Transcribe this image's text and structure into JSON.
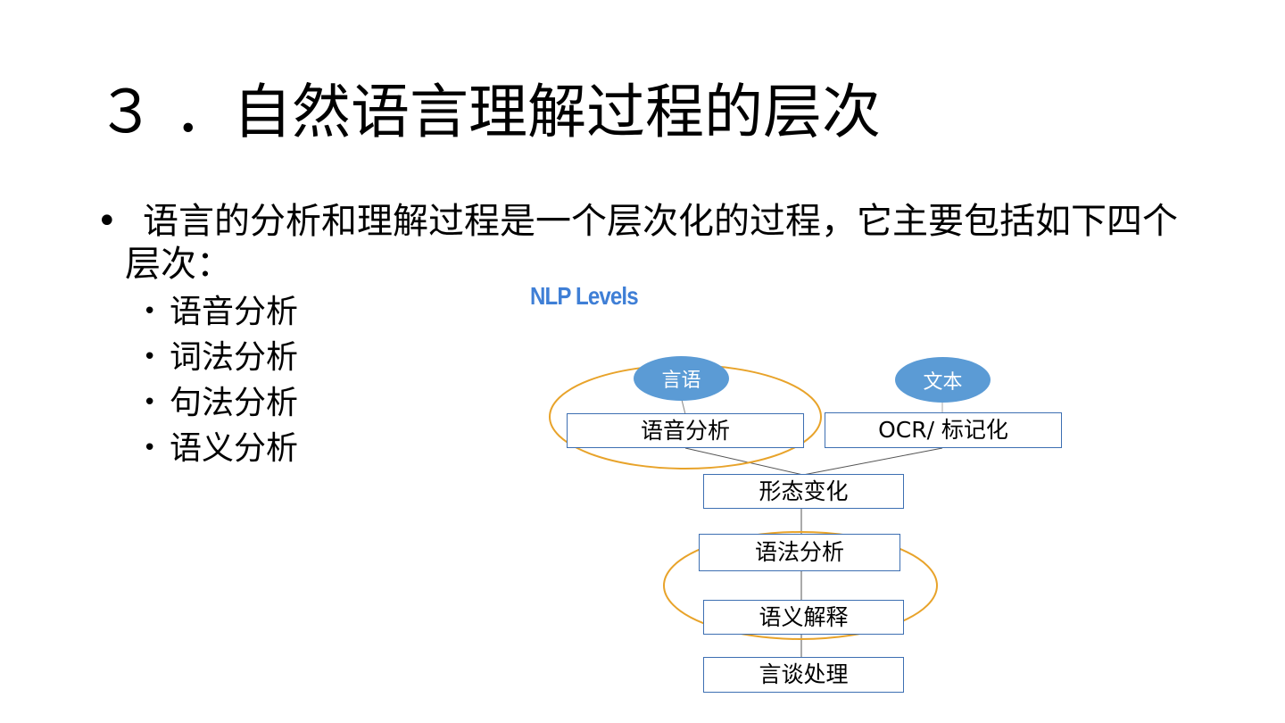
{
  "slide": {
    "title": "３ ．自然语言理解过程的层次",
    "bullet": "语言的分析和理解过程是一个层次化的过程，它主要包括如下四个层次：",
    "bullet_symbol": "•",
    "sub_symbol": "•",
    "sub_items": [
      "语音分析",
      "词法分析",
      "句法分析",
      "语义分析"
    ]
  },
  "diagram": {
    "title": "NLP Levels",
    "nodes": {
      "speech": "言语",
      "text": "文本",
      "phonetic": "语音分析",
      "ocr": "OCR/ 标记化",
      "morphology": "形态变化",
      "syntax": "语法分析",
      "semantic": "语义解释",
      "discourse": "言谈处理"
    },
    "colors": {
      "title": "#3f7fd6",
      "node_fill": "#5b9bd5",
      "box_border": "#3d6fb2",
      "highlight_ring": "#e8a32a",
      "connector": "#555555"
    }
  }
}
